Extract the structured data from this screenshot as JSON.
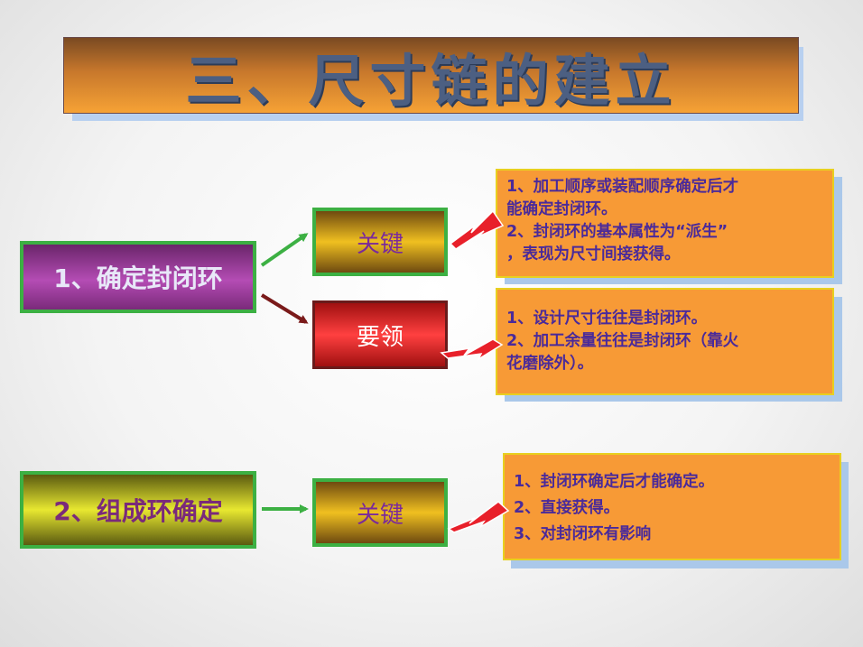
{
  "title": "三、尺寸链的建立",
  "steps": [
    {
      "label": "1、确定封闭环"
    },
    {
      "label": "2、组成环确定"
    }
  ],
  "middle": {
    "key1": "关键",
    "essential": "要领",
    "key2": "关键"
  },
  "info": {
    "box1": [
      "1、加工顺序或装配顺序确定后才",
      "能确定封闭环。",
      "2、封闭环的基本属性为“派生”",
      "，表现为尺寸间接获得。"
    ],
    "box2": [
      "1、设计尺寸往往是封闭环。",
      "2、加工余量往往是封闭环（靠火",
      "花磨除外）。"
    ],
    "box3": [
      "1、封闭环确定后才能确定。",
      "2、直接获得。",
      "3、对封闭环有影响"
    ]
  },
  "colors": {
    "title_bar": "#f6a235",
    "title_text": "#4c5f82",
    "green_border": "#3cb043",
    "info_fill": "#f79a36",
    "info_text": "#4a2a9a",
    "arrow_green": "#3cb043",
    "arrow_darkred": "#7a1a1a",
    "arrow_red": "#e8202a"
  }
}
